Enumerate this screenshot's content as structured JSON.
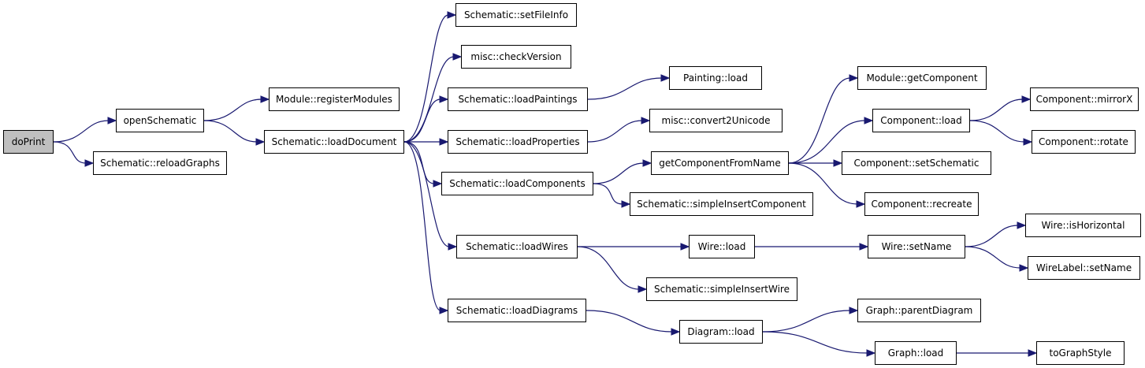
{
  "graph": {
    "edge_color": "#191970",
    "node_border_color": "#000000",
    "root_fill_color": "#bfbfbf",
    "nodes": [
      {
        "id": "doPrint",
        "label": "doPrint",
        "root": true
      },
      {
        "id": "openSchematic",
        "label": "openSchematic"
      },
      {
        "id": "reloadGraphs",
        "label": "Schematic::reloadGraphs"
      },
      {
        "id": "registerModules",
        "label": "Module::registerModules"
      },
      {
        "id": "loadDocument",
        "label": "Schematic::loadDocument"
      },
      {
        "id": "setFileInfo",
        "label": "Schematic::setFileInfo"
      },
      {
        "id": "checkVersion",
        "label": "misc::checkVersion"
      },
      {
        "id": "loadPaintings",
        "label": "Schematic::loadPaintings"
      },
      {
        "id": "loadProperties",
        "label": "Schematic::loadProperties"
      },
      {
        "id": "loadComponents",
        "label": "Schematic::loadComponents"
      },
      {
        "id": "loadWires",
        "label": "Schematic::loadWires"
      },
      {
        "id": "loadDiagrams",
        "label": "Schematic::loadDiagrams"
      },
      {
        "id": "paintingLoad",
        "label": "Painting::load"
      },
      {
        "id": "convert2Unicode",
        "label": "misc::convert2Unicode"
      },
      {
        "id": "getComponentFromName",
        "label": "getComponentFromName"
      },
      {
        "id": "simpleInsertComponent",
        "label": "Schematic::simpleInsertComponent"
      },
      {
        "id": "wireLoad",
        "label": "Wire::load"
      },
      {
        "id": "simpleInsertWire",
        "label": "Schematic::simpleInsertWire"
      },
      {
        "id": "diagramLoad",
        "label": "Diagram::load"
      },
      {
        "id": "getComponent",
        "label": "Module::getComponent"
      },
      {
        "id": "componentLoad",
        "label": "Component::load"
      },
      {
        "id": "setSchematic",
        "label": "Component::setSchematic"
      },
      {
        "id": "recreate",
        "label": "Component::recreate"
      },
      {
        "id": "setName",
        "label": "Wire::setName"
      },
      {
        "id": "parentDiagram",
        "label": "Graph::parentDiagram"
      },
      {
        "id": "graphLoad",
        "label": "Graph::load"
      },
      {
        "id": "mirrorX",
        "label": "Component::mirrorX"
      },
      {
        "id": "rotate",
        "label": "Component::rotate"
      },
      {
        "id": "isHorizontal",
        "label": "Wire::isHorizontal"
      },
      {
        "id": "wireLabelSetName",
        "label": "WireLabel::setName"
      },
      {
        "id": "toGraphStyle",
        "label": "toGraphStyle"
      }
    ],
    "edges": [
      [
        "doPrint",
        "openSchematic"
      ],
      [
        "doPrint",
        "reloadGraphs"
      ],
      [
        "openSchematic",
        "registerModules"
      ],
      [
        "openSchematic",
        "loadDocument"
      ],
      [
        "loadDocument",
        "setFileInfo"
      ],
      [
        "loadDocument",
        "checkVersion"
      ],
      [
        "loadDocument",
        "loadPaintings"
      ],
      [
        "loadDocument",
        "loadProperties"
      ],
      [
        "loadDocument",
        "loadComponents"
      ],
      [
        "loadDocument",
        "loadWires"
      ],
      [
        "loadDocument",
        "loadDiagrams"
      ],
      [
        "loadPaintings",
        "paintingLoad"
      ],
      [
        "loadProperties",
        "convert2Unicode"
      ],
      [
        "loadComponents",
        "getComponentFromName"
      ],
      [
        "loadComponents",
        "simpleInsertComponent"
      ],
      [
        "loadWires",
        "wireLoad"
      ],
      [
        "loadWires",
        "simpleInsertWire"
      ],
      [
        "loadDiagrams",
        "diagramLoad"
      ],
      [
        "getComponentFromName",
        "getComponent"
      ],
      [
        "getComponentFromName",
        "componentLoad"
      ],
      [
        "getComponentFromName",
        "setSchematic"
      ],
      [
        "getComponentFromName",
        "recreate"
      ],
      [
        "componentLoad",
        "mirrorX"
      ],
      [
        "componentLoad",
        "rotate"
      ],
      [
        "wireLoad",
        "setName"
      ],
      [
        "setName",
        "isHorizontal"
      ],
      [
        "setName",
        "wireLabelSetName"
      ],
      [
        "diagramLoad",
        "parentDiagram"
      ],
      [
        "diagramLoad",
        "graphLoad"
      ],
      [
        "graphLoad",
        "toGraphStyle"
      ]
    ]
  }
}
